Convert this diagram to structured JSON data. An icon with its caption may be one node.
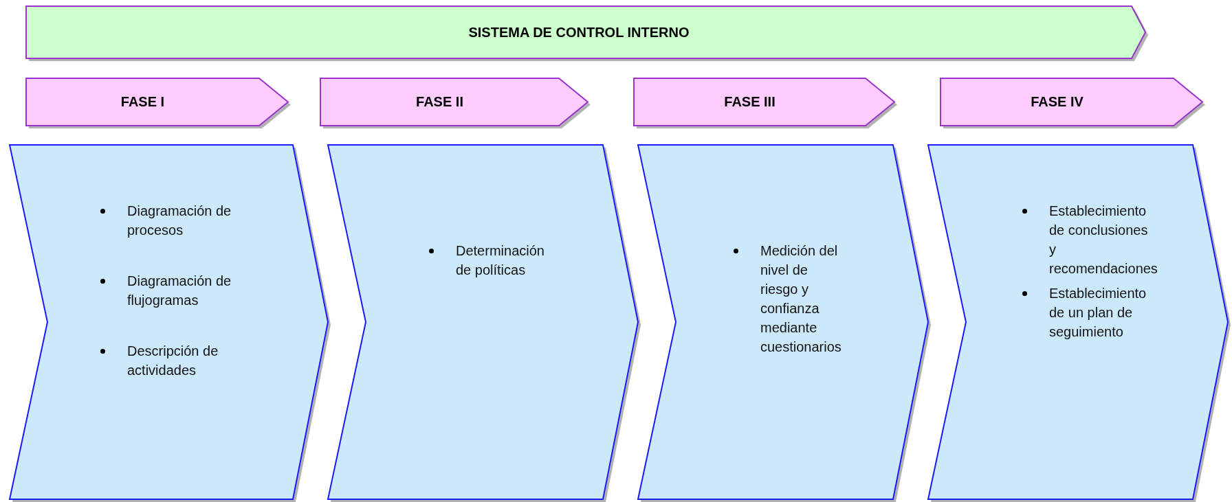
{
  "diagram": {
    "nodes": [
      {
        "text": [
          "SISTEMA DE CONTROL INTERNO"
        ]
      },
      {
        "text": [
          "FASE I"
        ]
      },
      {
        "text": [
          "FASE II"
        ]
      },
      {
        "text": [
          "FASE III"
        ]
      },
      {
        "text": [
          "FASE IV"
        ]
      },
      {
        "text": [
          "Diagramación de procesos",
          "Diagramación de flujogramas",
          "Descripción de actividades"
        ]
      },
      {
        "text": [
          "Determinación de políticas"
        ]
      },
      {
        "text": [
          "Medición del nivel de riesgo y confianza mediante cuestionarios"
        ]
      },
      {
        "text": [
          "Establecimiento de conclusiones y recomendaciones",
          "Establecimiento de un plan de seguimiento"
        ]
      }
    ]
  }
}
